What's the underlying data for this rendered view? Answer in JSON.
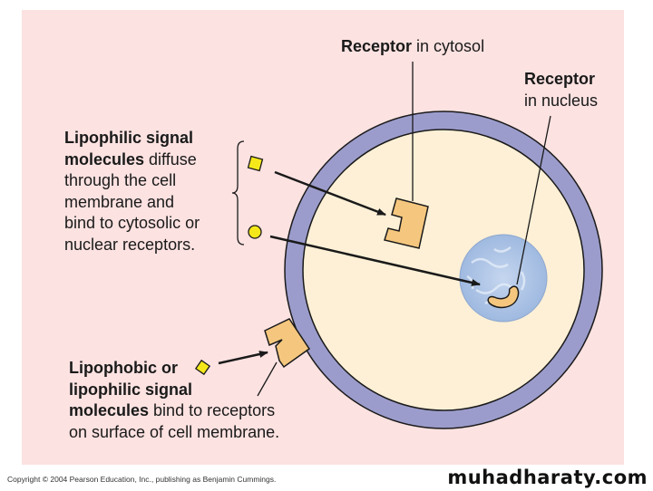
{
  "labels": {
    "receptor_cytosol": {
      "bold": "Receptor",
      "rest": " in cytosol"
    },
    "receptor_nucleus": {
      "bold": "Receptor",
      "rest": "in nucleus"
    },
    "lipophilic": {
      "bold_line1": "Lipophilic signal",
      "bold_line2": "molecules",
      "rest_line2": " diffuse",
      "line3": "through the cell",
      "line4": "membrane and",
      "line5": "bind to cytosolic or",
      "line6": "nuclear receptors."
    },
    "lipophobic": {
      "bold_line1": "Lipophobic or",
      "bold_line2": "lipophilic signal",
      "bold_line3": "molecules",
      "rest_line3": " bind to receptors",
      "line4": "on surface of cell membrane."
    }
  },
  "footer": {
    "copyright": "Copyright © 2004 Pearson Education, Inc., publishing as Benjamin Cummings.",
    "watermark": "muhadharaty.com"
  },
  "colors": {
    "background_panel": "#fce2e1",
    "membrane": "#9c9ccc",
    "cytoplasm": "#fdf0d6",
    "receptor": "#f5c77e",
    "nucleus": "#a9c1e4",
    "signal_molecule": "#f5e81a",
    "outline": "#1a1a1a"
  }
}
